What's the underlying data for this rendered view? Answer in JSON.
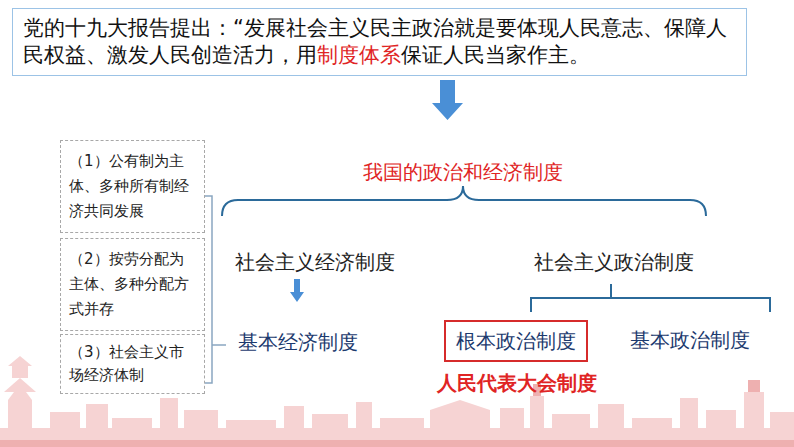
{
  "diagram": {
    "nodes": [
      {
        "text": [
          "党的十九大报告提出：“发展社会主义民主政治就是要体现人民意志、保障人民权益、激发人民创造活力，用",
          "制度体系",
          "保证人民当家作主。"
        ]
      },
      {
        "text": [
          "（1）公有制为主体、多种所有制经济共同发展"
        ]
      },
      {
        "text": [
          "（2）按劳分配为主体、多种分配方式并存"
        ]
      },
      {
        "text": [
          "（3）社会主义市场经济体制"
        ]
      },
      {
        "text": [
          "根本政治制度"
        ]
      }
    ],
    "labels": [
      "我国的政治和经济制度",
      "社会主义经济制度",
      "社会主义政治制度",
      "基本经济制度",
      "基本政治制度",
      "人民代表大会制度"
    ]
  }
}
